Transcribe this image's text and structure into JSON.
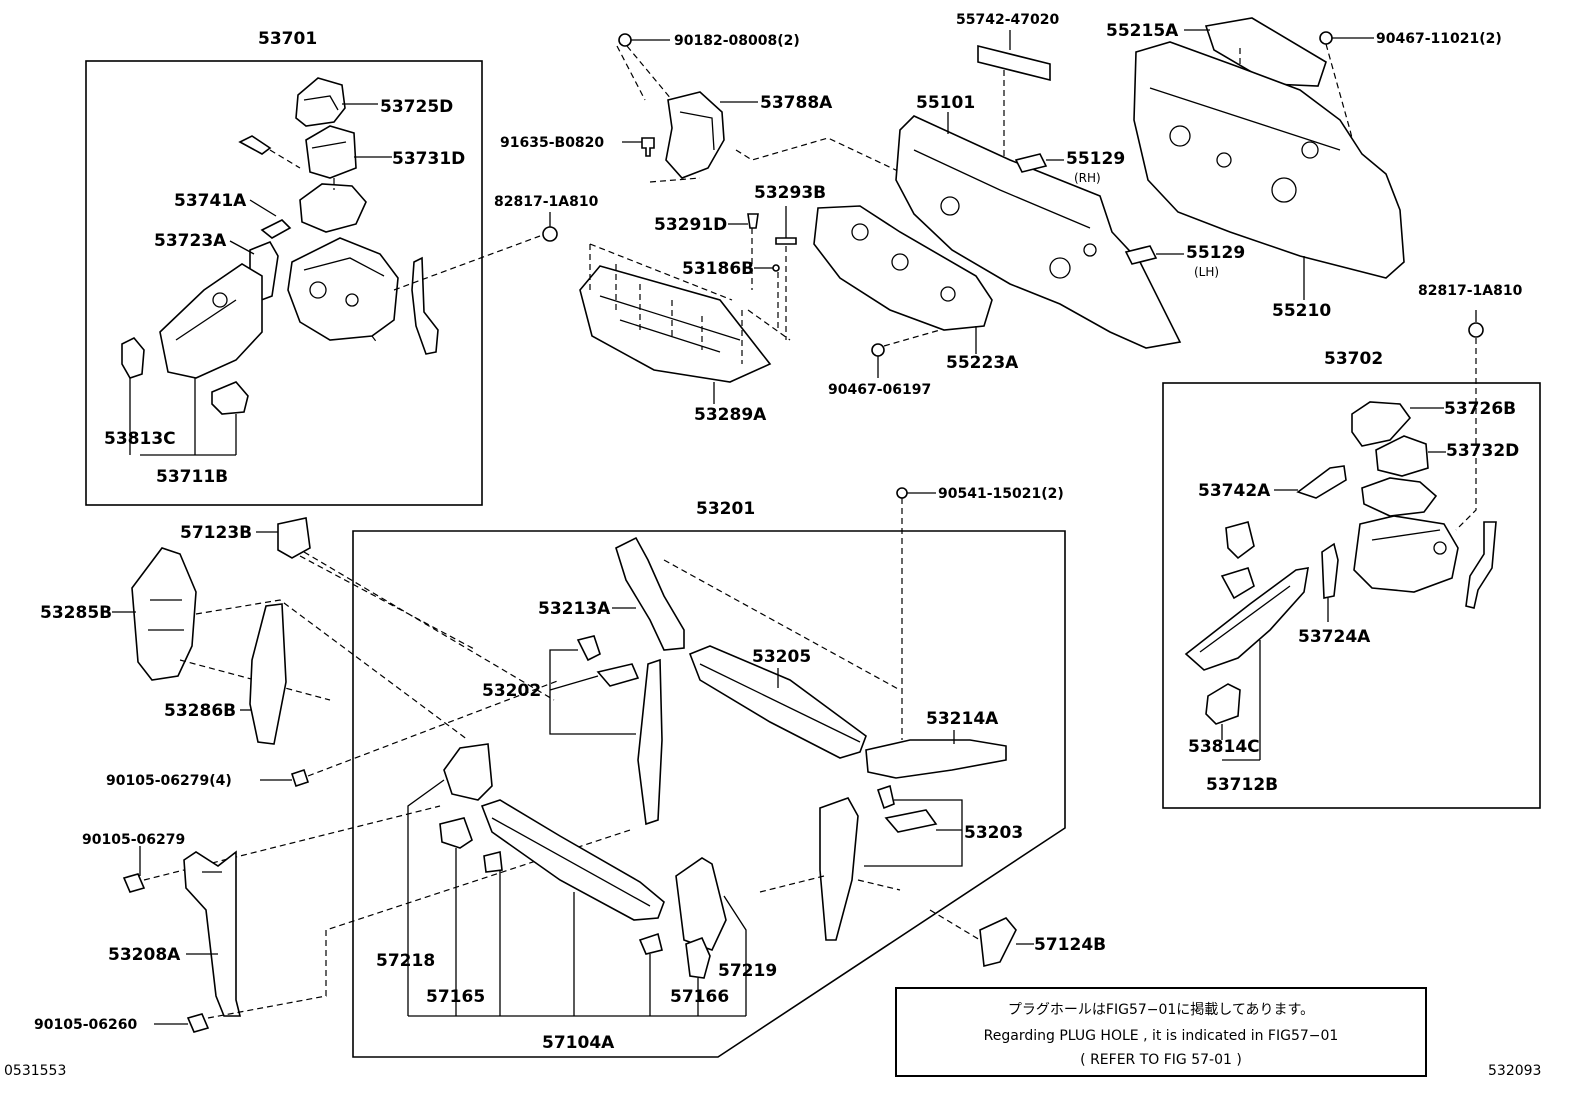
{
  "labels": {
    "l53701": "53701",
    "l53725D": "53725D",
    "l53731D": "53731D",
    "l53741A": "53741A",
    "l53723A": "53723A",
    "l53813C": "53813C",
    "l53711B": "53711B",
    "l90182": "90182-08008(2)",
    "l53788A": "53788A",
    "l91635": "91635-B0820",
    "l82817a": "82817-1A810",
    "l53293B": "53293B",
    "l53291D": "53291D",
    "l53186B": "53186B",
    "l53289A": "53289A",
    "l55742": "55742-47020",
    "l55101": "55101",
    "l55129rh": "55129",
    "l55129lh": "55129",
    "l55223A": "55223A",
    "l90467a": "90467-06197",
    "l55215A": "55215A",
    "l90467b": "90467-11021(2)",
    "l55210": "55210",
    "l82817b": "82817-1A810",
    "l53702": "53702",
    "l53726B": "53726B",
    "l53732D": "53732D",
    "l53742A": "53742A",
    "l53724A": "53724A",
    "l53814C": "53814C",
    "l53712B": "53712B",
    "l90541": "90541-15021(2)",
    "l53201": "53201",
    "l57123B": "57123B",
    "l53285B": "53285B",
    "l53286B": "53286B",
    "l53213A": "53213A",
    "l53205": "53205",
    "l53202": "53202",
    "l53214A": "53214A",
    "l90105a": "90105-06279(4)",
    "l90105b": "90105-06279",
    "l53203": "53203",
    "l53208A": "53208A",
    "l57218": "57218",
    "l57165": "57165",
    "l57219": "57219",
    "l57166": "57166",
    "l57104A": "57104A",
    "l57124B": "57124B",
    "l90105c": "90105-06260"
  },
  "sub": {
    "rh": "(RH)",
    "lh": "(LH)"
  },
  "note": {
    "line1": "プラグホールはFIG57−01に掲載してあります。",
    "line2": "Regarding PLUG HOLE , it is indicated in FIG57−01",
    "line3": "( REFER TO FIG 57-01 )"
  },
  "corner": {
    "left": "0531553",
    "right": "532093"
  }
}
